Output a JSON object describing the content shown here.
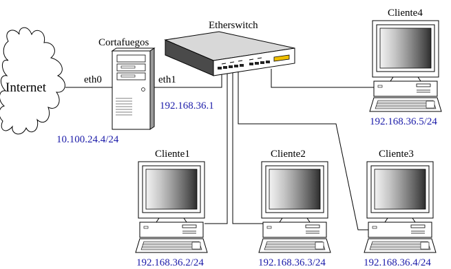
{
  "colors": {
    "ip_text": "#1a1aa8",
    "line": "#000000",
    "device_fill": "#ffffff"
  },
  "internet": {
    "label": "Internet",
    "icon": "cloud-icon"
  },
  "firewall": {
    "label": "Cortafuegos",
    "icon": "server-tower-icon",
    "iface_left": "eth0",
    "iface_right": "eth1",
    "ip_external": "10.100.24.4/24",
    "ip_internal": "192.168.36.1"
  },
  "switch": {
    "label": "Etherswitch",
    "icon": "ethernet-switch-icon"
  },
  "clients": [
    {
      "label": "Cliente1",
      "ip": "192.168.36.2/24",
      "icon": "desktop-computer-icon"
    },
    {
      "label": "Cliente2",
      "ip": "192.168.36.3/24",
      "icon": "desktop-computer-icon"
    },
    {
      "label": "Cliente3",
      "ip": "192.168.36.4/24",
      "icon": "desktop-computer-icon"
    },
    {
      "label": "Cliente4",
      "ip": "192.168.36.5/24",
      "icon": "desktop-computer-icon"
    }
  ]
}
